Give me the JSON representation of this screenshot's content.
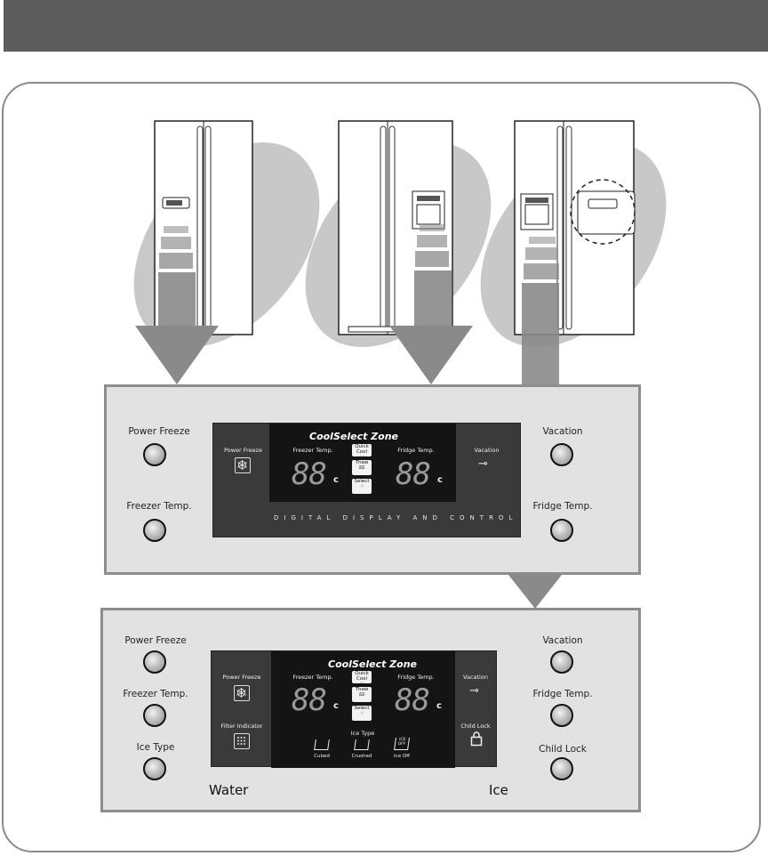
{
  "panel1": {
    "left_buttons": [
      "Power Freeze",
      "Freezer Temp."
    ],
    "right_buttons": [
      "Vacation",
      "Fridge Temp."
    ],
    "display": {
      "title": "CoolSelect Zone",
      "power_freeze": "Power Freeze",
      "freezer_temp": "Freezer Temp.",
      "fridge_temp": "Fridge Temp.",
      "vacation": "Vacation",
      "segment_digits": "88",
      "unit": "c",
      "mode_quick_cool": "Quick Cool",
      "mode_thaw": "Thaw",
      "mode_select": "Select",
      "caption": "DIGITAL DISPLAY AND CONTROL"
    }
  },
  "panel2": {
    "left_buttons": [
      "Power Freeze",
      "Freezer Temp.",
      "Ice Type"
    ],
    "right_buttons": [
      "Vacation",
      "Fridge Temp.",
      "Child Lock"
    ],
    "display": {
      "title": "CoolSelect Zone",
      "power_freeze": "Power Freeze",
      "freezer_temp": "Freezer Temp.",
      "fridge_temp": "Fridge Temp.",
      "vacation": "Vacation",
      "filter_indicator": "Filter Indicator",
      "child_lock": "Child Lock",
      "segment_digits": "88",
      "unit": "c",
      "mode_quick_cool": "Quick Cool",
      "mode_thaw": "Thaw",
      "mode_select": "Select",
      "ice_type": "Ice Type",
      "ice_cubed": "Cubed",
      "ice_crushed": "Crushed",
      "ice_off": "Ice Off",
      "ice_off_icon_text": "ICE OFF"
    },
    "water_label": "Water",
    "ice_label": "Ice"
  },
  "colors": {
    "top_bar": "#5d5d5d",
    "panel_bg": "#e2e2e2",
    "panel_border": "#8d8d8d",
    "display_bg": "#3a3a3a",
    "arrow_gray": "#8a8a8a",
    "oval_gray": "#c8c8c8"
  }
}
